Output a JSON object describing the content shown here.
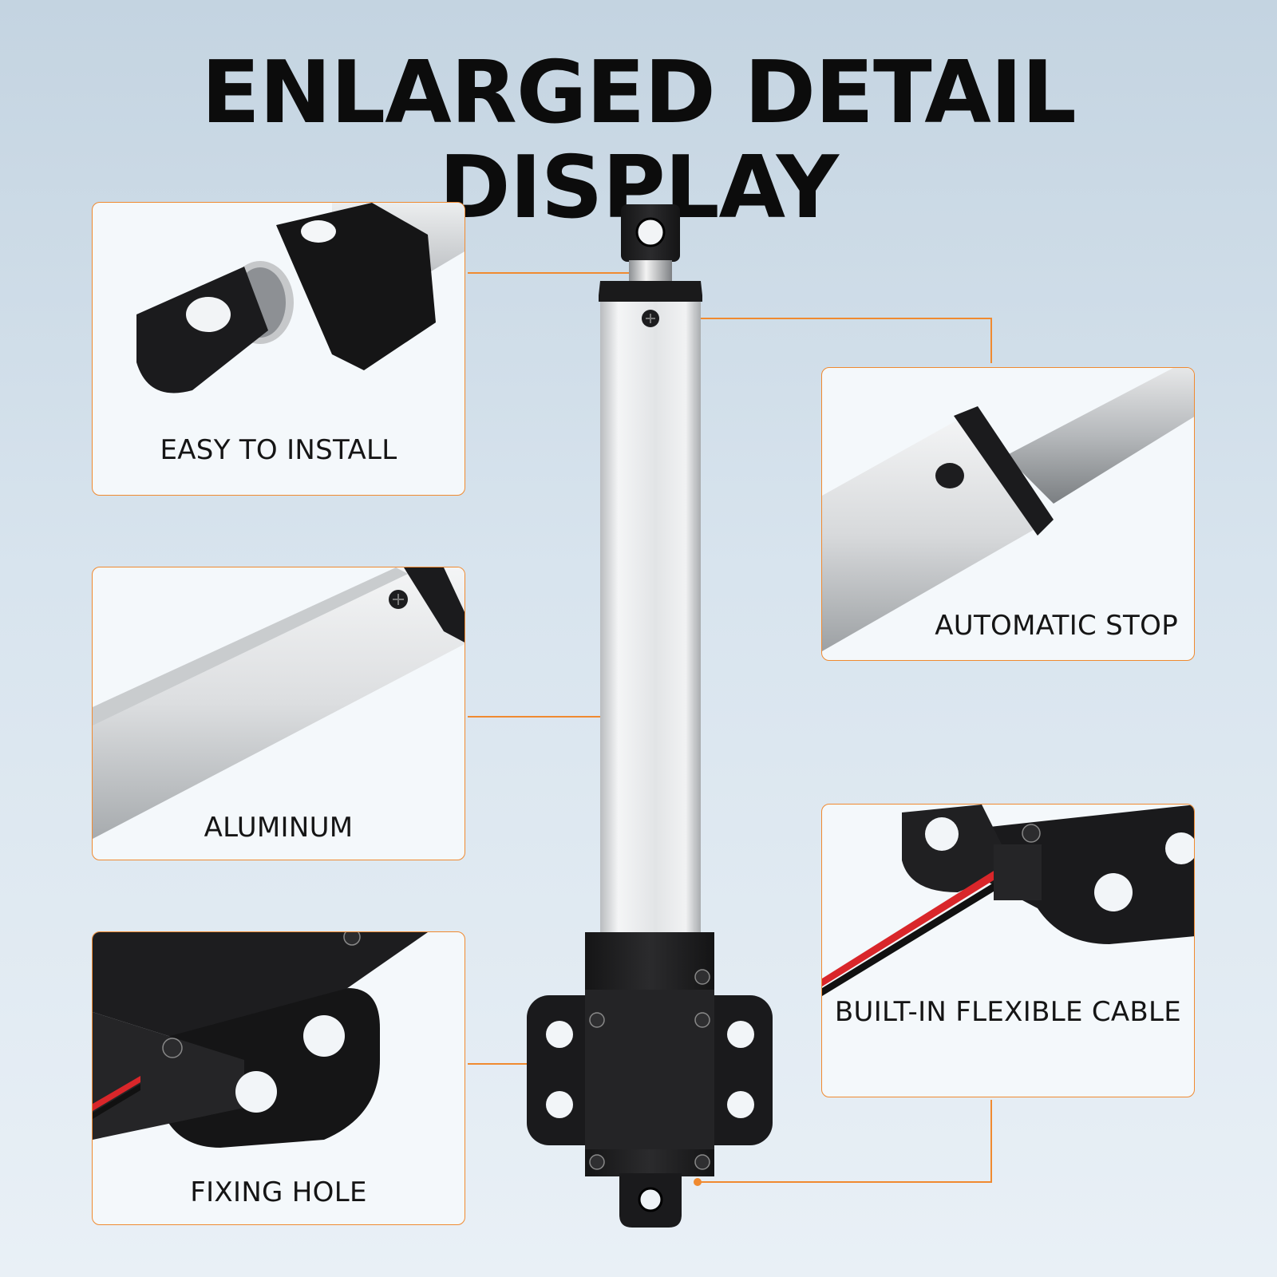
{
  "headline": "ENLARGED DETAIL DISPLAY",
  "panels": {
    "easy_to_install": "EASY TO INSTALL",
    "aluminum": "ALUMINUM",
    "fixing_hole": "FIXING HOLE",
    "automatic_stop": "AUTOMATIC STOP",
    "built_in_cable": "BUILT-IN FLEXIBLE CABLE"
  },
  "colors": {
    "accent": "#f08a30",
    "actuator_black": "#1c1c1e",
    "aluminum": "#d6d8da",
    "cable_red": "#d9262a"
  }
}
